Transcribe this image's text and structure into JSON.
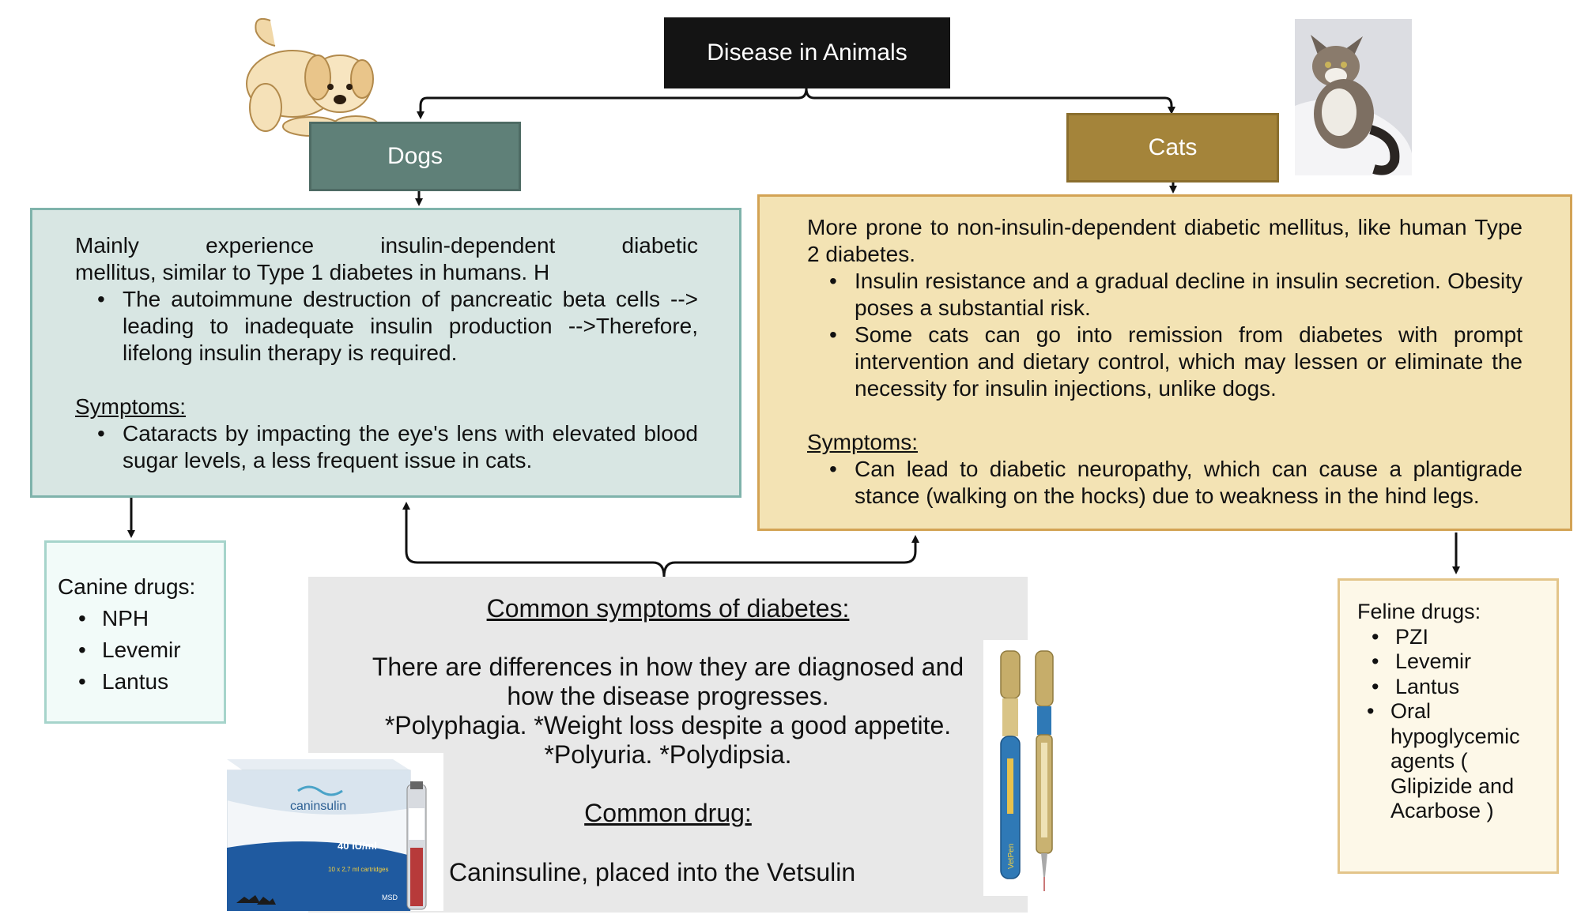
{
  "title": "Disease in Animals",
  "dogs": {
    "label": "Dogs",
    "intro_line1": "Mainly experience insulin-dependent diabetic",
    "intro_line2": "mellitus, similar to Type 1 diabetes in humans. H",
    "bullet1": "The autoimmune destruction of pancreatic beta cells --> leading to inadequate insulin production -->Therefore, lifelong insulin therapy is required.",
    "symptoms_heading": "Symptoms:",
    "symptom1": "Cataracts by impacting the eye's lens with elevated blood sugar levels, a less frequent issue in cats."
  },
  "cats": {
    "label": "Cats",
    "intro": "More prone to non-insulin-dependent diabetic mellitus, like human Type 2 diabetes.",
    "bullet1": "Insulin resistance and a gradual decline in insulin secretion. Obesity poses a substantial risk.",
    "bullet2": "Some cats can go into remission from diabetes with prompt intervention and dietary control, which may lessen or eliminate the necessity for insulin injections, unlike dogs.",
    "symptoms_heading": "Symptoms:",
    "symptom1": "Can lead to diabetic neuropathy, which can cause a plantigrade stance (walking on the hocks) due to weakness in the hind legs."
  },
  "canine_drugs": {
    "heading": "Canine  drugs:",
    "items": [
      "NPH",
      "Levemir",
      "Lantus"
    ]
  },
  "feline_drugs": {
    "heading": "Feline drugs:",
    "items": [
      "PZI",
      "Levemir",
      "Lantus",
      "Oral hypoglycemic agents ( Glipizide and Acarbose )"
    ]
  },
  "common": {
    "heading": "Common symptoms of diabetes:",
    "line1": "There are differences in how they are diagnosed and",
    "line2": "how the disease progresses.",
    "line3": "*Polyphagia.  *Weight loss despite a good appetite.",
    "line4": "*Polyuria.   *Polydipsia.",
    "drug_heading": "Common drug:",
    "drug_item": "Caninsuline, placed into the Vetsulin"
  },
  "product": {
    "brand": "caninsulin",
    "strength": "40 IU/ml",
    "detail": "10 x 2,7 ml cartridges",
    "maker": "MSD",
    "pen_label": "VetPen"
  },
  "colors": {
    "title_bg": "#141414",
    "dogs_label_bg": "#5f8078",
    "dogs_panel_bg": "#d8e6e3",
    "cats_label_bg": "#a4843a",
    "cats_panel_bg": "#f3e3b4",
    "common_panel_bg": "#e8e8e8"
  }
}
